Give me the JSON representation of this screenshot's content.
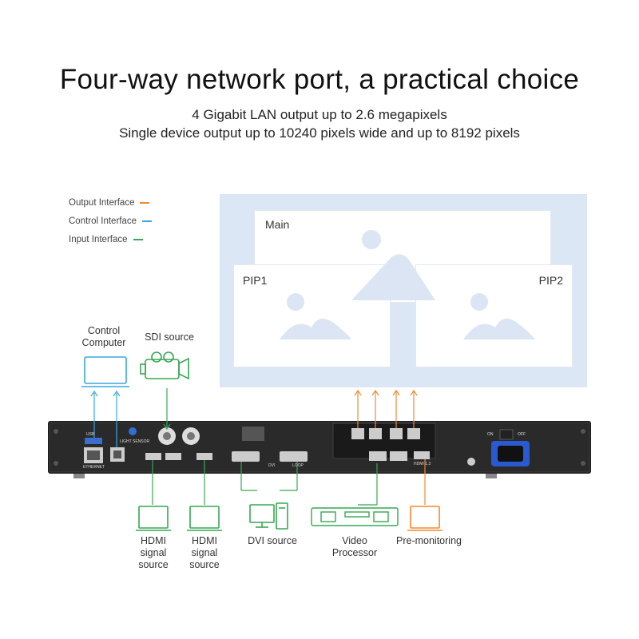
{
  "header": {
    "title": "Four-way network port, a practical choice",
    "subtitle_1": "4 Gigabit LAN output up to 2.6 megapixels",
    "subtitle_2": "Single device output up to 10240 pixels wide and up to 8192 pixels"
  },
  "legend": [
    {
      "label": "Output Interface",
      "color": "#f08a2e"
    },
    {
      "label": "Control Interface",
      "color": "#3aa6e0"
    },
    {
      "label": "Input Interface",
      "color": "#35a853"
    }
  ],
  "screen": {
    "main": "Main",
    "pip1": "PIP1",
    "pip2": "PIP2"
  },
  "devices": {
    "control_computer": "Control\nComputer",
    "sdi_source": "SDI source",
    "hdmi_source_1": "HDMI\nsignal\nsource",
    "hdmi_source_2": "HDMI\nsignal\nsource",
    "dvi_source": "DVI source",
    "video_processor": "Video\nProcessor",
    "pre_monitoring": "Pre-monitoring"
  },
  "panel": {
    "usb": "USB",
    "ethernet": "ETHERNET",
    "light_sensor": "LIGHT SENSOR",
    "dvi": "DVI",
    "loop": "LOOP",
    "hdmi": "HDMI 1.3",
    "on": "ON",
    "off": "OFF"
  },
  "colors": {
    "output": "#f08a2e",
    "control": "#3aa6e0",
    "input": "#35a853",
    "screen_bg": "#dce7f6",
    "placeholder": "#dbe5f4"
  }
}
